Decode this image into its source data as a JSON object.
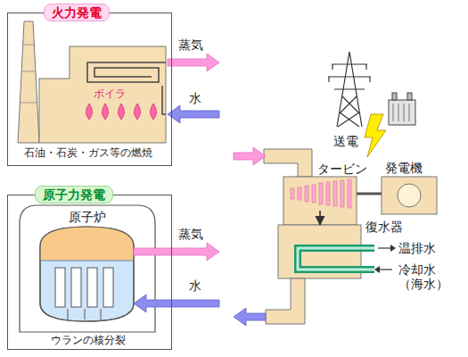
{
  "diagram": {
    "nodes": [
      {
        "text": [
          "火力発電",
          "石油・石炭・ガス等の燃焼"
        ]
      },
      {
        "text": [
          "ボイラ"
        ],
        "in": 0
      },
      {
        "text": [
          "原子力発電",
          "ウランの核分裂"
        ]
      },
      {
        "text": [
          "原子炉"
        ],
        "in": 2
      },
      {
        "text": [
          "タービン"
        ]
      },
      {
        "text": [
          "発電機"
        ]
      },
      {
        "text": [
          "復水器"
        ]
      }
    ],
    "edges": [
      {
        "from": 4,
        "to": 6,
        "arrow": "to"
      },
      {
        "from": 4,
        "to": 5,
        "arrow": "none"
      }
    ],
    "labels": [
      "蒸気",
      "水",
      "蒸気",
      "水",
      "送電",
      "温排水",
      "冷却水 （海水）"
    ]
  }
}
